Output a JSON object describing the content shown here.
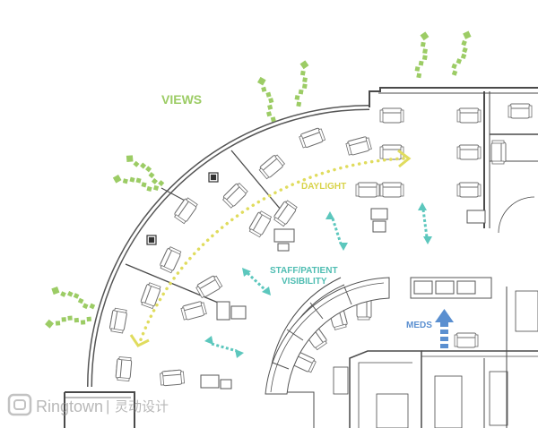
{
  "labels": {
    "views": "VIEWS",
    "daylight": "DAYLIGHT",
    "staff_patient_line1": "STAFF/PATIENT",
    "staff_patient_line2": "VISIBILITY",
    "meds": "MEDS"
  },
  "watermark": {
    "brand": "Ringtown",
    "separator": "|",
    "chinese": "灵动设计"
  },
  "colors": {
    "views": "#9ccc65",
    "daylight": "#e0dc5e",
    "visibility": "#5cc7bd",
    "meds": "#5a8fd0",
    "wall": "#4a4a4a",
    "furniture": "#777777"
  },
  "icons": {
    "view_arrow": "squiggle-arrow-icon",
    "bidirectional": "double-arrow-icon",
    "meds": "up-arrow-icon",
    "logo": "ringtown-logo-icon"
  }
}
